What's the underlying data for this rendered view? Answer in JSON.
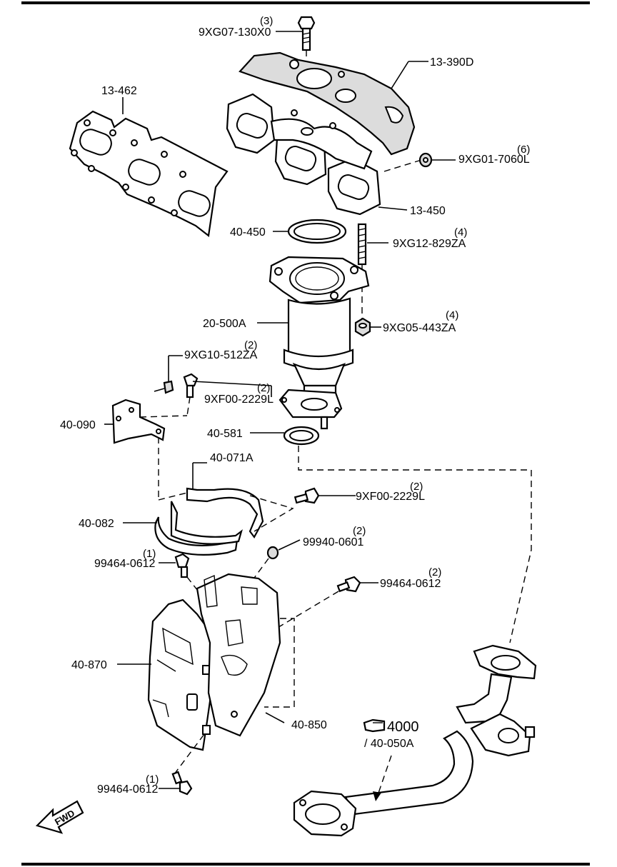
{
  "labels": {
    "p_9XG07": "9XG07-130X0",
    "q_9XG07": "(3)",
    "p_13_390D": "13-390D",
    "p_13_462": "13-462",
    "p_9XG01": "9XG01-7060L",
    "q_9XG01": "(6)",
    "p_13_450": "13-450",
    "p_40_450": "40-450",
    "p_9XG12": "9XG12-829ZA",
    "q_9XG12": "(4)",
    "p_9XG05": "9XG05-443ZA",
    "q_9XG05": "(4)",
    "p_20_500A": "20-500A",
    "p_9XG10": "9XG10-512ZA",
    "q_9XG10": "(2)",
    "p_9XF00_a": "9XF00-2229L",
    "q_9XF00_a": "(2)",
    "p_40_090": "40-090",
    "p_40_581": "40-581",
    "p_40_071A": "40-071A",
    "p_9XF00_b": "9XF00-2229L",
    "q_9XF00_b": "(2)",
    "p_40_082": "40-082",
    "p_99940": "99940-0601",
    "q_99940": "(2)",
    "p_99464_a": "99464-0612",
    "q_99464_a": "(1)",
    "p_99464_b": "99464-0612",
    "q_99464_b": "(2)",
    "p_40_870": "40-870",
    "p_40_850": "40-850",
    "ref_4000": "4000",
    "ref_40_050A": "/ 40-050A",
    "p_99464_c": "99464-0612",
    "q_99464_c": "(1)",
    "fwd": "FWD"
  },
  "icons": {
    "reference_hand": "pointing-hand-icon",
    "forward_arrow": "fwd-arrow-icon"
  }
}
